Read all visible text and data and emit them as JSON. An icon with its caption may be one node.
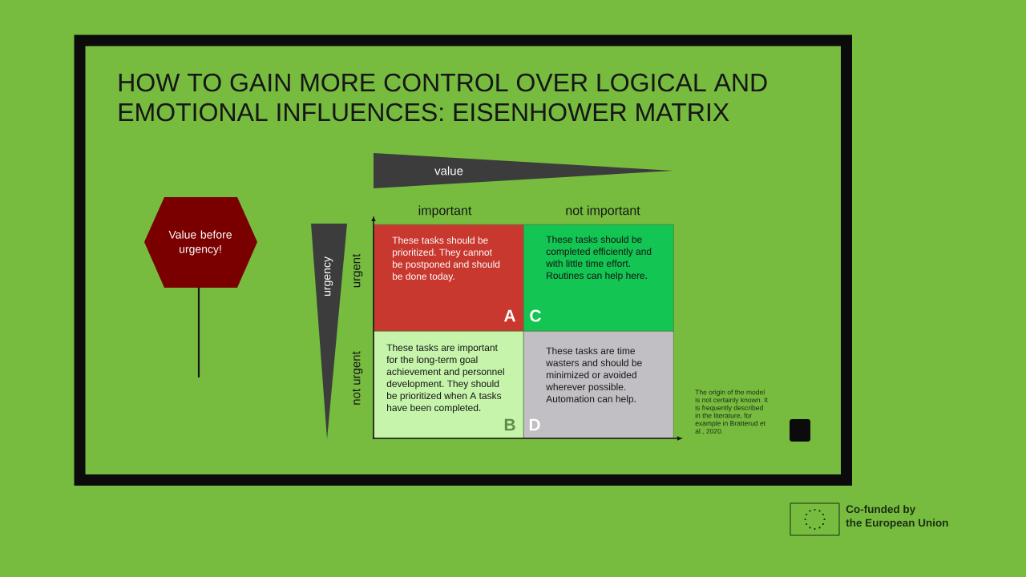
{
  "diagram": {
    "title": "HOW TO GAIN MORE CONTROL OVER LOGICAL AND EMOTIONAL INFLUENCES: EISENHOWER MATRIX",
    "nodes": [
      {
        "text": [
          "value"
        ]
      },
      {
        "text": [
          "Value before urgency!"
        ]
      },
      {
        "text": [
          "urgency"
        ]
      },
      {
        "text": [
          "These tasks should be prioritized. They cannot be postponed and should be done today.",
          "A"
        ]
      },
      {
        "text": [
          "These tasks should be completed efficiently and with little time effort. Routines can help here.",
          "C"
        ]
      },
      {
        "text": [
          "These tasks are important for the long-term goal achievement and personnel development. They should be prioritized when A tasks have been completed.",
          "B"
        ]
      },
      {
        "text": [
          "These tasks are time wasters and should be minimized or avoided wherever possible. Automation can help.",
          "D"
        ]
      }
    ],
    "labels": [
      "important",
      "not important",
      "urgent",
      "not urgent",
      "The origin of the model is not certainly known. It is frequently described in the literature, for example in Bratterud et al., 2020.",
      "Co-funded by the European Union"
    ]
  }
}
